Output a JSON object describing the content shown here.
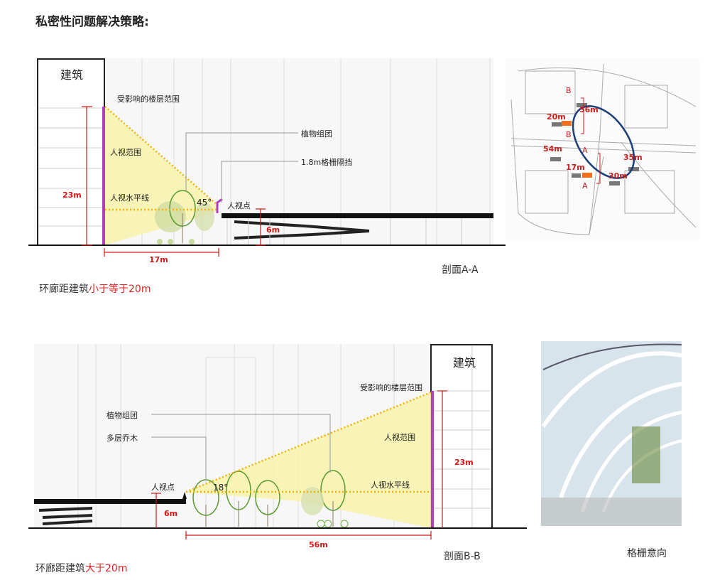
{
  "title": "私密性问题解决策略:",
  "section_a": {
    "building_label": "建筑",
    "affected_floors": "受影响的楼层范围",
    "view_range": "人视范围",
    "view_horizon": "人视水平线",
    "view_point": "人视点",
    "plant_group": "植物组团",
    "screen": "1.8m格栅隔挡",
    "height": "23m",
    "angle": "45°",
    "corridor_height": "6m",
    "distance": "17m",
    "section_name": "剖面A-A",
    "caption_prefix": "环廊距建筑",
    "caption_highlight": "小于等于20m"
  },
  "section_b": {
    "building_label": "建筑",
    "affected_floors": "受影响的楼层范围",
    "view_range": "人视范围",
    "view_horizon": "人视水平线",
    "view_point": "人视点",
    "plant_group": "植物组团",
    "trees": "多层乔木",
    "height": "23m",
    "angle": "18°",
    "corridor_height": "6m",
    "distance": "56m",
    "section_name": "剖面B-B",
    "caption_prefix": "环廊距建筑",
    "caption_highlight": "大于20m"
  },
  "site_plan": {
    "labels": [
      "B",
      "56m",
      "20m",
      "B",
      "54m",
      "A",
      "17m",
      "35m",
      "30m",
      "A"
    ]
  },
  "photo": {
    "caption": "格栅意向"
  },
  "colors": {
    "accent_red": "#d01818",
    "purple": "#b040c0",
    "view_yellow": "#f7f3b0",
    "dotted_orange": "#f0b400",
    "circle_blue": "#1c3f78"
  }
}
